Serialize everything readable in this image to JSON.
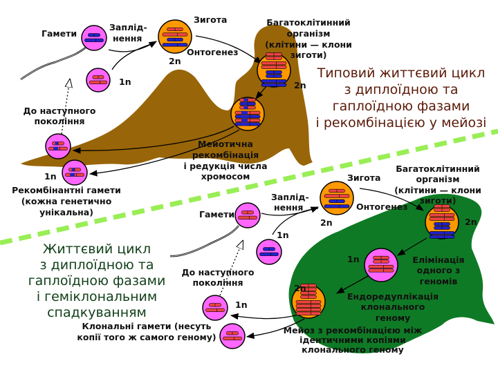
{
  "colors": {
    "pink": "#ff66ff",
    "orange": "#ff9900",
    "red": "#ee4444",
    "blue": "#2222cc",
    "brown": "#986508",
    "frog": "#0f7a25",
    "divider": "#99ee55",
    "title_top": "#5a1a08",
    "title_bottom": "#12401a"
  },
  "top": {
    "title": [
      "Типовий життєвий цикл",
      "з диплоїдною та",
      "гаплоїдною фазами",
      "і рекомбінацією у мейозі"
    ],
    "gametes": "Гамети",
    "fertilization": [
      "Заплід-",
      "нення"
    ],
    "zygote": "Зигота",
    "ontogenesis": "Онтогенез",
    "organism": [
      "Багатоклітинний",
      "організм",
      "(клітини — клони",
      "зиготи)"
    ],
    "meiosis": [
      "Мейотична",
      "рекомбінація",
      "і редукція числа",
      "хромосом"
    ],
    "next_gen": [
      "До наступного",
      "покоління"
    ],
    "recomb_gametes": [
      "Рекомбінантні гамети",
      "(кожна генетично",
      "унікальна)"
    ],
    "ploidy": {
      "haploid": "1n",
      "diploid": "2n"
    }
  },
  "bottom": {
    "title": [
      "Життєвий цикл",
      "з диплоїдною та",
      "гаплоїдною фазами",
      "і геміклональним",
      "спадкуванням"
    ],
    "gametes": "Гамети",
    "fertilization": [
      "Заплід-",
      "нення"
    ],
    "zygote": "Зигота",
    "ontogenesis": "Онтогенез",
    "organism": [
      "Багатоклітинний",
      "організм",
      "(клітини — клони",
      "зиготи)"
    ],
    "elimination": [
      "Елімінація",
      "одного з",
      "геномів"
    ],
    "endoreduplication": [
      "Ендоредуплікація",
      "клонального",
      "геному"
    ],
    "meiosis": [
      "Мейоз з рекомбінацією між",
      "ідентичними копіями",
      "клонального геному"
    ],
    "next_gen": [
      "До наступного",
      "покоління"
    ],
    "clonal_gametes": [
      "Клональні гамети (несуть",
      "копії того ж самого геному)"
    ],
    "ploidy": {
      "haploid": "1n",
      "diploid": "2n"
    }
  }
}
